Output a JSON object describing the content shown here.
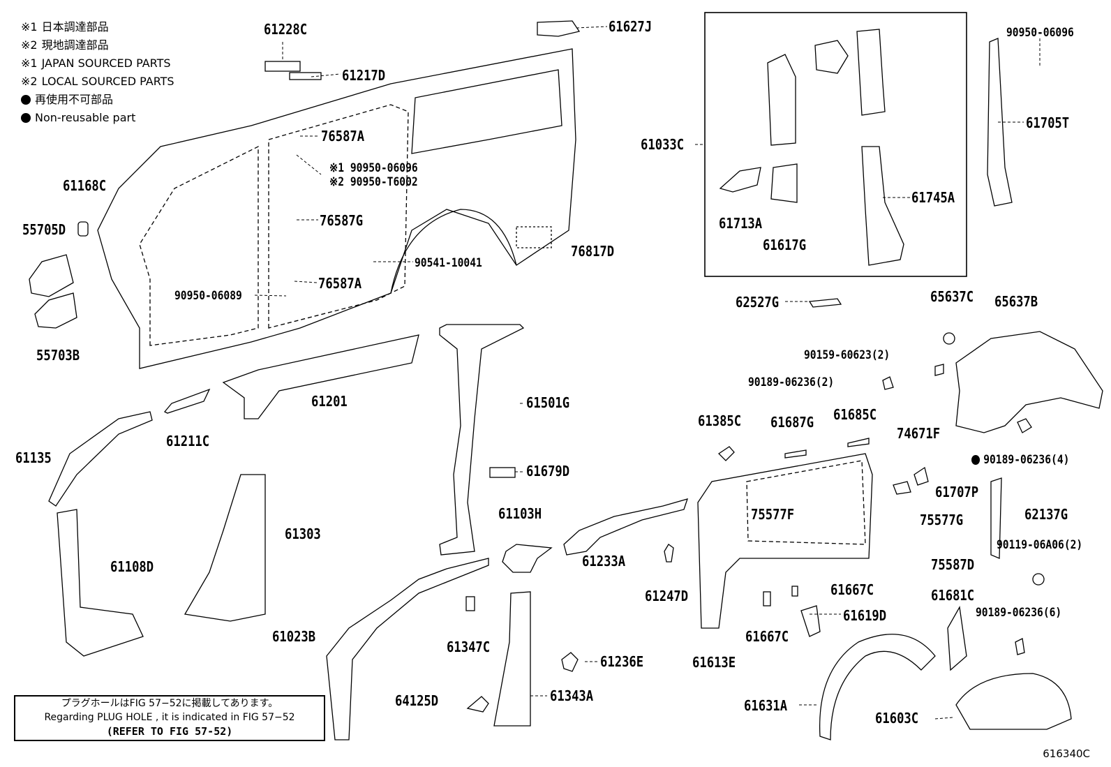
{
  "legend": {
    "line1": {
      "mark": "※1",
      "text": "日本調達部品"
    },
    "line2": {
      "mark": "※2",
      "text": "現地調達部品"
    },
    "line3": {
      "mark": "※1",
      "text": "JAPAN SOURCED PARTS"
    },
    "line4": {
      "mark": "※2",
      "text": "LOCAL SOURCED PARTS"
    },
    "line5": {
      "text": "再使用不可部品"
    },
    "line6": {
      "text": "Non-reusable part"
    }
  },
  "parts": {
    "p61228C": "61228C",
    "p61627J": "61627J",
    "p61217D": "61217D",
    "p76587A_1": "76587A",
    "p90950_06096_a": "※1 90950-06096",
    "p90950_T6002": "※2 90950-T6002",
    "p61168C": "61168C",
    "p55705D": "55705D",
    "p76587G": "76587G",
    "p90541_10041": "90541-10041",
    "p76587A_2": "76587A",
    "p90950_06089": "90950-06089",
    "p55703B": "55703B",
    "p76817D": "76817D",
    "p61033C": "61033C",
    "p90950_06096_b": "90950-06096",
    "p61705T": "61705T",
    "p61713A": "61713A",
    "p61617G": "61617G",
    "p61745A": "61745A",
    "p62527G": "62527G",
    "p65637C": "65637C",
    "p65637B": "65637B",
    "p90159_60623": "90159-60623(2)",
    "p90189_06236_2": "90189-06236(2)",
    "p90189_06236_4": "90189-06236(4)",
    "p61201": "61201",
    "p61501G": "61501G",
    "p61211C": "61211C",
    "p61135": "61135",
    "p61385C": "61385C",
    "p61687G": "61687G",
    "p61685C": "61685C",
    "p74671F": "74671F",
    "p61679D": "61679D",
    "p61707P": "61707P",
    "p61303": "61303",
    "p61108D": "61108D",
    "p61103H": "61103H",
    "p75577F": "75577F",
    "p75577G": "75577G",
    "p62137G": "62137G",
    "p61233A": "61233A",
    "p90119_06A06": "90119-06A06(2)",
    "p75587D": "75587D",
    "p61247D": "61247D",
    "p61667C_1": "61667C",
    "p61681C": "61681C",
    "p90189_06236_6": "90189-06236(6)",
    "p61619D": "61619D",
    "p61023B": "61023B",
    "p61667C_2": "61667C",
    "p61613E": "61613E",
    "p61347C": "61347C",
    "p61236E": "61236E",
    "p64125D": "64125D",
    "p61343A": "61343A",
    "p61631A": "61631A",
    "p61603C": "61603C"
  },
  "note": {
    "jp": "プラグホールはFIG 57−52に掲載してあります。",
    "en": "Regarding PLUG HOLE , it is indicated in FIG 57−52",
    "ref": "(REFER TO FIG 57-52)"
  },
  "figure_code": "616340C"
}
